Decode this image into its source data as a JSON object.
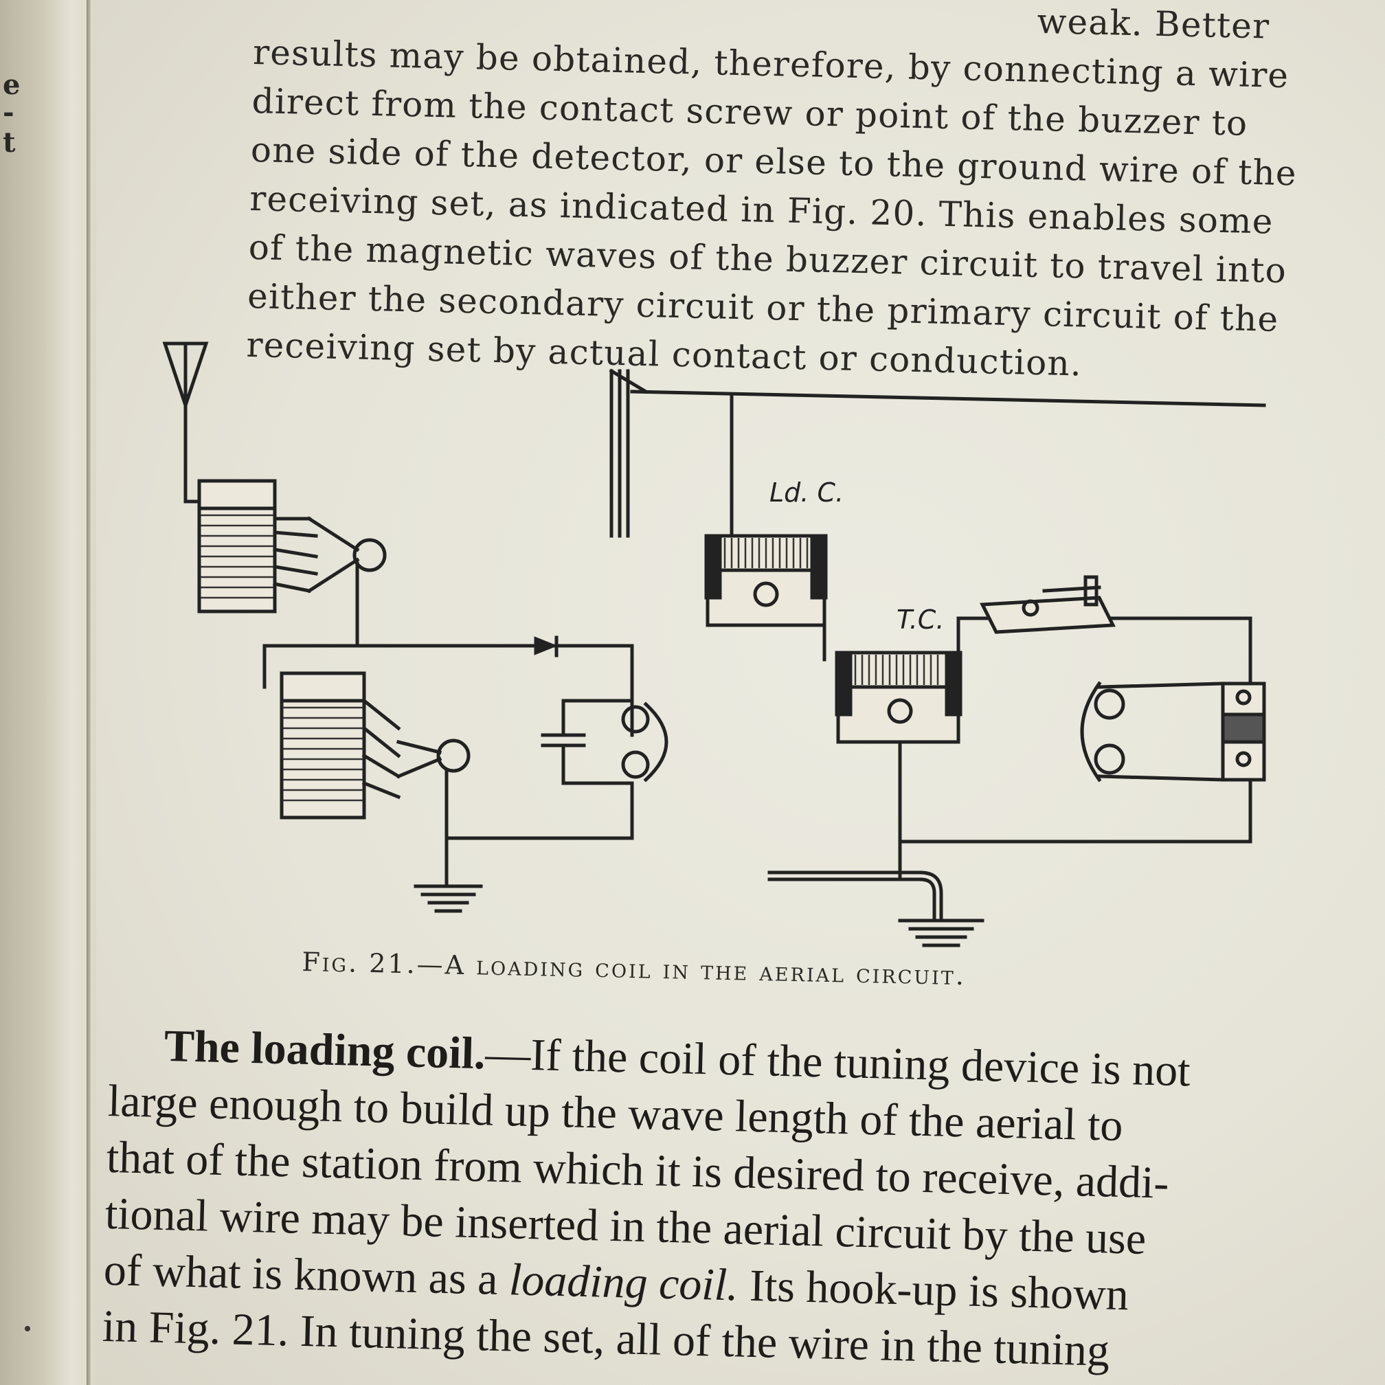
{
  "margin_chars": [
    "e",
    "-",
    "t"
  ],
  "paragraph_top": [
    "results may be obtained, therefore, by connecting a wire",
    "direct from the contact screw or point of the buzzer to",
    "one side of the detector, or else to the ground wire of the",
    "receiving set, as indicated in Fig. 20.  This enables some",
    "of the magnetic waves of the buzzer circuit to travel into",
    "either the secondary circuit or the primary circuit of the",
    "receiving set by actual contact or conduction."
  ],
  "partial_top_line": "weak.  Better",
  "diagram": {
    "labels": {
      "loading_coil": "Ld. C.",
      "tuning_coil": "T.C."
    }
  },
  "caption": {
    "fig_prefix": "Fig. 21.",
    "text": "—A loading coil in the aerial circuit."
  },
  "paragraph_bottom": {
    "heading": "The loading coil.",
    "lines": [
      "—If the coil of the tuning device is not",
      "large enough to build up the wave length of the aerial to",
      "that of the station from which it is desired to receive, addi-",
      "tional wire may be inserted in the aerial circuit by the use",
      "of what is known as a ",
      "in Fig. 21.  In tuning the set, all of the wire in the tuning"
    ],
    "italic_term": "loading coil.",
    "after_italic": "  Its hook-up is shown"
  }
}
